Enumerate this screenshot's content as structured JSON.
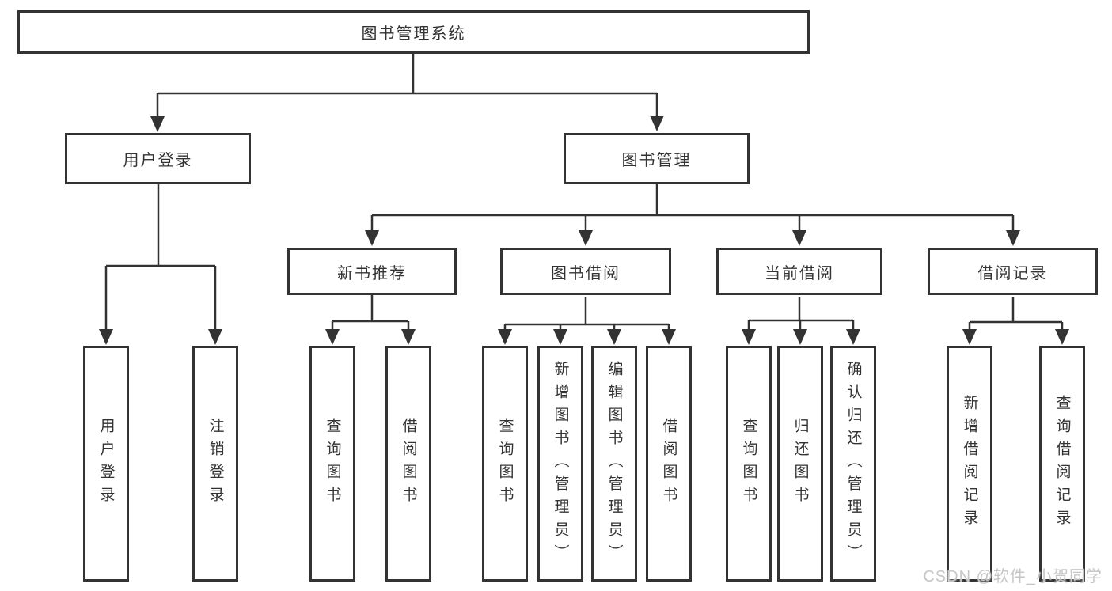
{
  "diagram": {
    "root": {
      "label": "图书管理系统"
    },
    "level2": [
      {
        "label": "用户登录"
      },
      {
        "label": "图书管理"
      }
    ],
    "level3": [
      {
        "label": "新书推荐"
      },
      {
        "label": "图书借阅"
      },
      {
        "label": "当前借阅"
      },
      {
        "label": "借阅记录"
      }
    ],
    "leaves": {
      "user_login": [
        "用户登录",
        "注销登录"
      ],
      "new_book": [
        "查询图书",
        "借阅图书"
      ],
      "book_borrow": [
        "查询图书",
        "新增图书（管理员）",
        "编辑图书（管理员）",
        "借阅图书"
      ],
      "current_borrow": [
        "查询图书",
        "归还图书",
        "确认归还（管理员）"
      ],
      "borrow_record": [
        "新增借阅记录",
        "查询借阅记录"
      ]
    }
  },
  "watermark": {
    "label": "CSDN @软件_小贺同学"
  },
  "colors": {
    "line": "#333333",
    "text": "#333333",
    "background": "#ffffff",
    "watermark": "#c6c6c6"
  }
}
